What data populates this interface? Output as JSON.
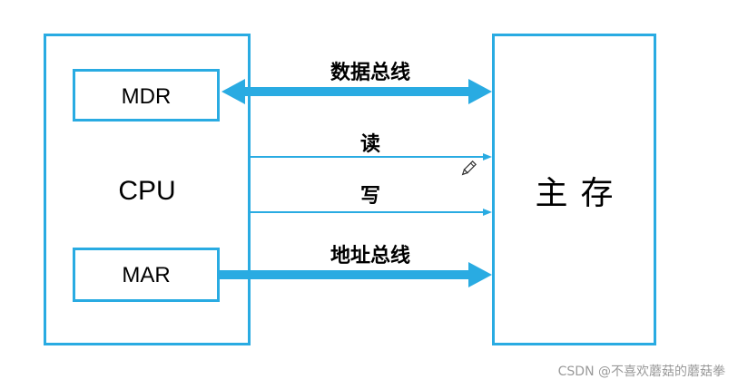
{
  "cpu": {
    "label": "CPU",
    "mdr_label": "MDR",
    "mar_label": "MAR"
  },
  "memory": {
    "label": "主存"
  },
  "connections": {
    "data_bus": "数据总线",
    "read": "读",
    "write": "写",
    "address_bus": "地址总线"
  },
  "watermark": "CSDN @不喜欢蘑菇的蘑菇拳",
  "colors": {
    "box_border": "#29abe2",
    "arrow": "#29abe2",
    "text": "#000000",
    "watermark": "#9a9a9a"
  },
  "icons": [
    "pencil-icon"
  ]
}
